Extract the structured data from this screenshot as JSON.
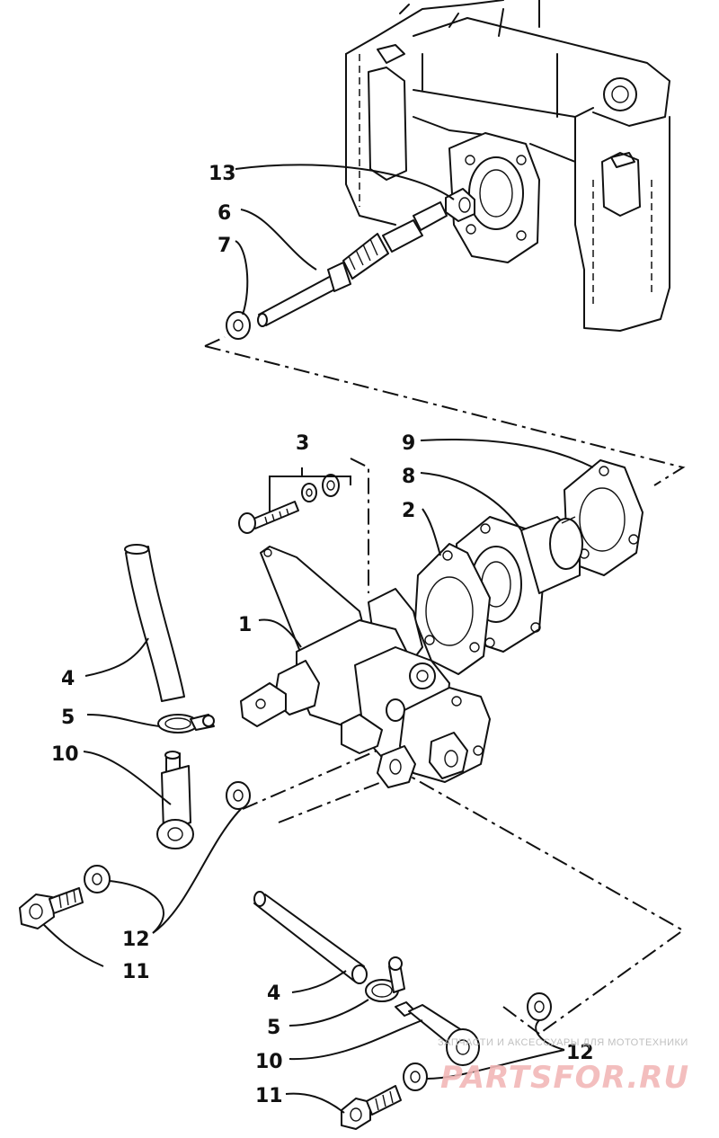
{
  "callouts": {
    "c13": "13",
    "c6": "6",
    "c7": "7",
    "c3": "3",
    "c9": "9",
    "c8": "8",
    "c2": "2",
    "c1": "1",
    "c4a": "4",
    "c5a": "5",
    "c10a": "10",
    "c12a": "12",
    "c11a": "11",
    "c4b": "4",
    "c5b": "5",
    "c10b": "10",
    "c12b": "12",
    "c11b": "11"
  },
  "watermark": {
    "tagline": "ЗАПЧАСТИ И АКСЕССУАРЫ ДЛЯ МОТОТЕХНИКИ",
    "logo": "PARTSFOR.RU"
  },
  "colors": {
    "ink": "#111111",
    "watermark_logo": "#f2b7b7",
    "watermark_text": "#b9b9b9"
  }
}
